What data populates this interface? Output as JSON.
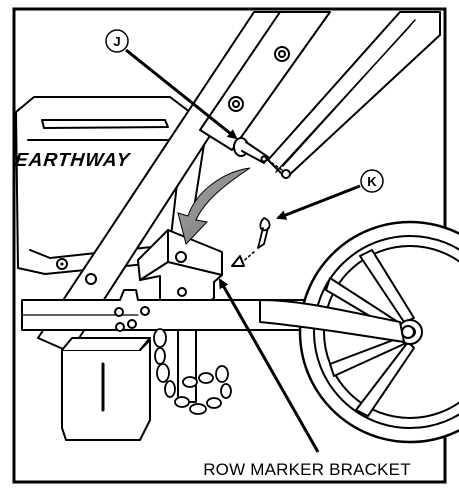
{
  "diagram": {
    "brand_label": "EARTHWAY",
    "callouts": [
      {
        "id": "J",
        "label": "J"
      },
      {
        "id": "K",
        "label": "K"
      }
    ],
    "caption": "ROW MARKER BRACKET"
  },
  "colors": {
    "ink": "#000000",
    "paper": "#ffffff",
    "motion_arrow": "#888888"
  }
}
